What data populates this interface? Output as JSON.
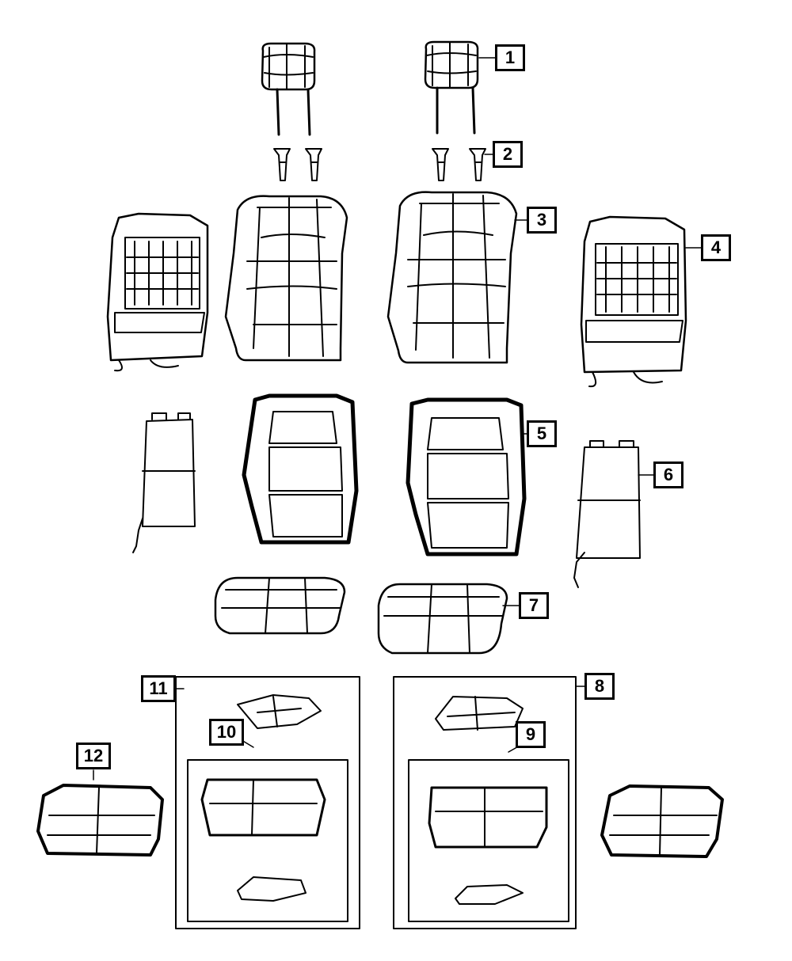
{
  "diagram": {
    "callouts": [
      {
        "id": "c1",
        "label": "1"
      },
      {
        "id": "c2",
        "label": "2"
      },
      {
        "id": "c3",
        "label": "3"
      },
      {
        "id": "c4",
        "label": "4"
      },
      {
        "id": "c5",
        "label": "5"
      },
      {
        "id": "c6",
        "label": "6"
      },
      {
        "id": "c7",
        "label": "7"
      },
      {
        "id": "c8",
        "label": "8"
      },
      {
        "id": "c9",
        "label": "9"
      },
      {
        "id": "c10",
        "label": "10"
      },
      {
        "id": "c11",
        "label": "11"
      },
      {
        "id": "c12",
        "label": "12"
      }
    ],
    "colors": {
      "line": "#000000",
      "background": "#ffffff"
    }
  }
}
